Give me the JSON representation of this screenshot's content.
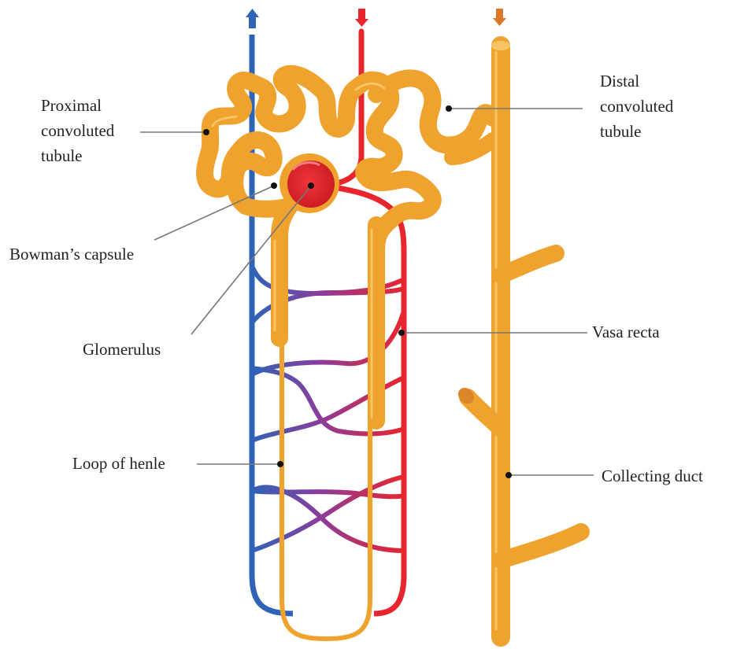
{
  "labels": {
    "pct": [
      "Proximal",
      "convoluted",
      "tubule"
    ],
    "dct": [
      "Distal",
      "convoluted",
      "tubule"
    ],
    "bowman": "Bowman’s capsule",
    "glomerulus": "Glomerulus",
    "vasa_recta": "Vasa recta",
    "loop": "Loop of henle",
    "collecting": "Collecting duct"
  },
  "colors": {
    "tubule": "#F0A22E",
    "tubule_highlight": "#F7C463",
    "artery": "#E8252D",
    "vein": "#2E63B8",
    "glomerulus": "#E8252D",
    "arrow_out": "#2E63B8",
    "arrow_in": "#E8252D",
    "arrow_duct": "#D9782A"
  }
}
